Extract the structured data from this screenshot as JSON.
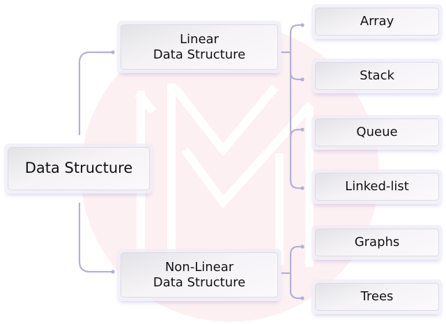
{
  "diagram": {
    "type": "tree",
    "root": {
      "label": "Data Structure"
    },
    "branches": [
      {
        "label": "Linear\nData Structure",
        "children": [
          "Array",
          "Stack",
          "Queue",
          "Linked-list"
        ]
      },
      {
        "label": "Non-Linear\nData Structure",
        "children": [
          "Graphs",
          "Trees"
        ]
      }
    ]
  },
  "colors": {
    "connector": "#b3b0d6",
    "watermark_circle": "#fdf0f1",
    "box_outer": "#eeecf6",
    "text": "#111111"
  }
}
